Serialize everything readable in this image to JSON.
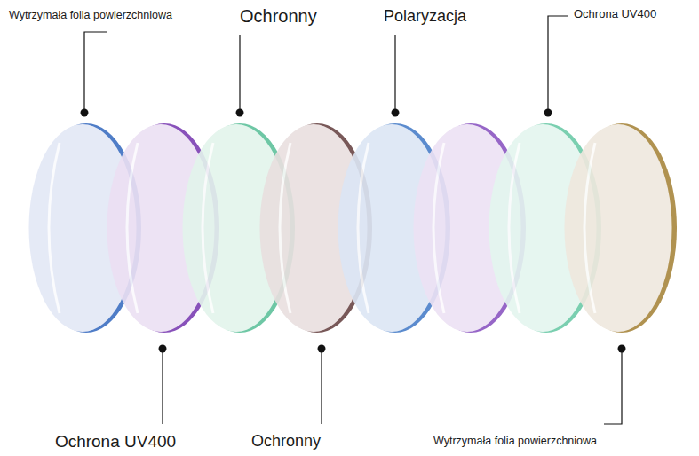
{
  "diagram": {
    "labels": [
      "Wytrzymała folia powierzchniowa",
      "Ochronny",
      "Polaryzacja",
      "Ochrona UV400",
      "Ochrona UV400",
      "Ochronny",
      "Wytrzymała folia powierzchniowa"
    ]
  }
}
